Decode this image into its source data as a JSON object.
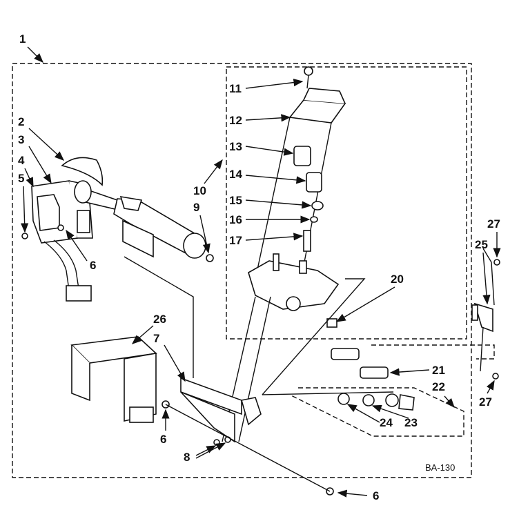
{
  "diagram": {
    "drawing_code": "BA-130",
    "callouts": [
      "1",
      "2",
      "3",
      "4",
      "5",
      "6",
      "6",
      "6",
      "6",
      "7",
      "8",
      "9",
      "10",
      "11",
      "12",
      "13",
      "14",
      "15",
      "16",
      "17",
      "20",
      "21",
      "22",
      "23",
      "24",
      "25",
      "26",
      "27",
      "27"
    ]
  },
  "colors": {
    "ink": "#111111",
    "paper": "#ffffff"
  }
}
